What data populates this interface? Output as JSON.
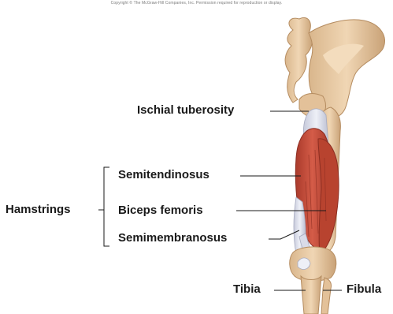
{
  "copyright": "Copyright © The McGraw-Hill Companies, Inc. Permission required for reproduction or display.",
  "labels": {
    "ischial_tuberosity": "Ischial tuberosity",
    "hamstrings": "Hamstrings",
    "semitendinosus": "Semitendinosus",
    "biceps_femoris": "Biceps femoris",
    "semimembranosus": "Semimembranosus",
    "tibia": "Tibia",
    "fibula": "Fibula"
  },
  "colors": {
    "bone": "#e7c9a2",
    "bone_shadow": "#c9a277",
    "muscle": "#c8503e",
    "muscle_dark": "#9e3426",
    "tendon": "#d9dbe8",
    "leader_line": "#1a1a1a"
  }
}
